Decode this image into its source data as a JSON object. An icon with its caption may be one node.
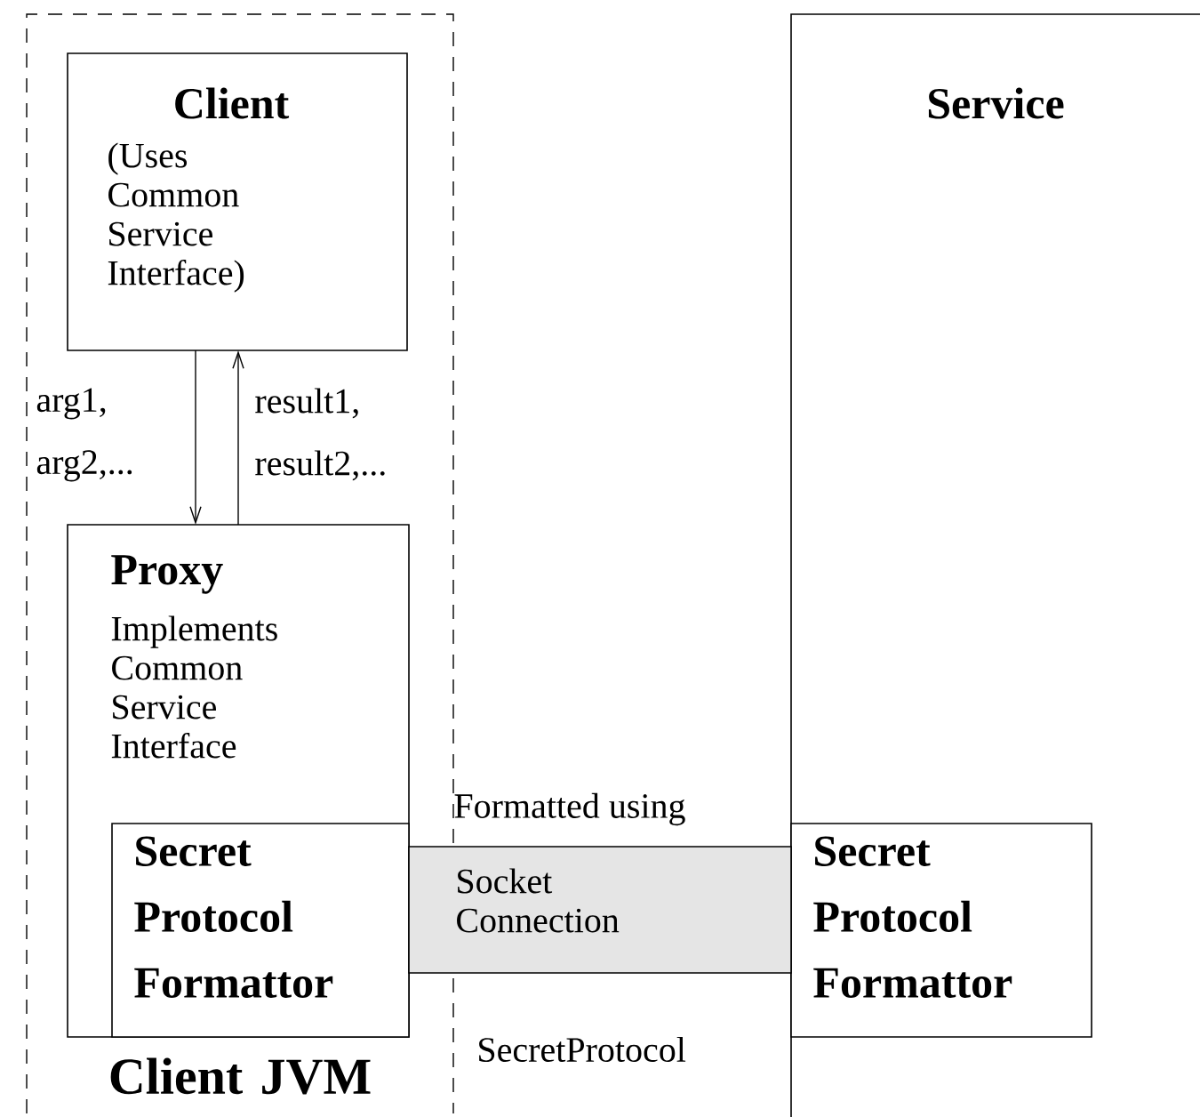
{
  "diagram": {
    "nodes": [
      {
        "text": [
          "Client JVM"
        ]
      },
      {
        "text": [
          "Client",
          "(Uses Common Service Interface)"
        ],
        "in": 0
      },
      {
        "text": [
          "Proxy",
          "Implements Common Service Interface"
        ],
        "in": 0
      },
      {
        "text": [
          "Secret Protocol Formattor"
        ],
        "in": 2
      },
      {
        "text": [
          "Service"
        ]
      },
      {
        "text": [
          "Secret Protocol Formattor"
        ],
        "in": 4
      },
      {
        "text": [
          "Socket Connection"
        ],
        "beside": [
          "Formatted using",
          "SecretProtocol"
        ]
      }
    ],
    "edges": [
      {
        "from": 1,
        "to": 2,
        "arrow": "to",
        "label": "arg1, arg2,..."
      },
      {
        "from": 2,
        "to": 1,
        "arrow": "to",
        "label": "result1, result2,..."
      }
    ]
  }
}
